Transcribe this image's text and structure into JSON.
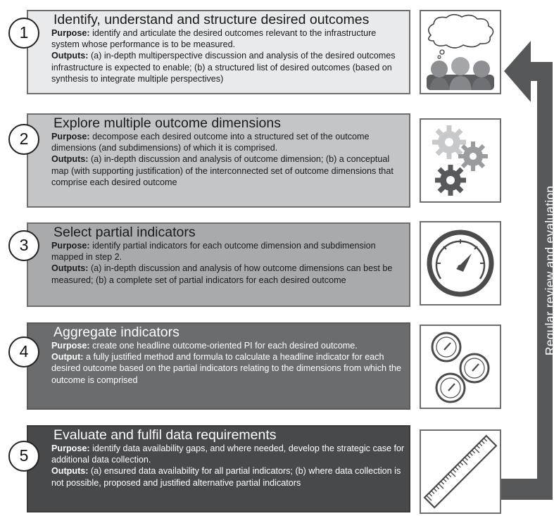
{
  "steps": [
    {
      "number": "1",
      "title": "Identify, understand and structure desired outcomes",
      "purpose_label": "Purpose:",
      "purpose": " identify and articulate the desired outcomes relevant to the infrastructure system whose performance is to be measured.",
      "outputs_label": "Outputs:",
      "outputs": " (a) in-depth multiperspective discussion and analysis of the desired outcomes infrastructure is expected to enable; (b) a structured list of desired outcomes (based on synthesis to integrate multiple perspectives)",
      "icon": "people-thought-cloud-icon"
    },
    {
      "number": "2",
      "title": "Explore multiple outcome dimensions",
      "purpose_label": "Purpose:",
      "purpose": " decompose each desired outcome into a structured set of the outcome dimensions (and subdimensions) of which it is comprised.",
      "outputs_label": "Outputs:",
      "outputs": " (a) in-depth discussion and analysis of outcome dimension; (b) a conceptual map (with supporting justification) of the interconnected set of outcome dimensions that comprise each desired outcome",
      "icon": "gears-icon"
    },
    {
      "number": "3",
      "title": "Select partial indicators",
      "purpose_label": "Purpose:",
      "purpose": " identify partial indicators for each outcome dimension and subdimension mapped in step 2.",
      "outputs_label": "Outputs:",
      "outputs": " (a) in-depth discussion and analysis of how outcome dimensions can best be measured; (b) a complete set of partial indicators for each desired outcome",
      "icon": "gauge-icon"
    },
    {
      "number": "4",
      "title": "Aggregate indicators",
      "purpose_label": "Purpose:",
      "purpose": " create one headline outcome-oriented PI for each desired outcome.",
      "outputs_label": "Output:",
      "outputs": " a fully justified method and formula to calculate a headline indicator for each desired outcome based on the partial indicators relating to the dimensions from which the outcome is comprised",
      "icon": "multiple-gauges-icon"
    },
    {
      "number": "5",
      "title": "Evaluate and fulfil data requirements",
      "purpose_label": "Purpose:",
      "purpose": " identify data availability gaps, and where needed, develop the strategic case for additional data collection.",
      "outputs_label": "Outputs:",
      "outputs": " (a) ensured data availability for all partial indicators; (b) where data collection is not possible, proposed and justified alternative partial indicators",
      "icon": "ruler-icon"
    }
  ],
  "feedback_label": "Regular review and evaluation",
  "colors": {
    "step1_bg": "#e9eaeb",
    "step2_bg": "#c4c5c7",
    "step3_bg": "#a9aaac",
    "step4_bg": "#6b6c6e",
    "step5_bg": "#48494b",
    "arrow": "#555759"
  }
}
